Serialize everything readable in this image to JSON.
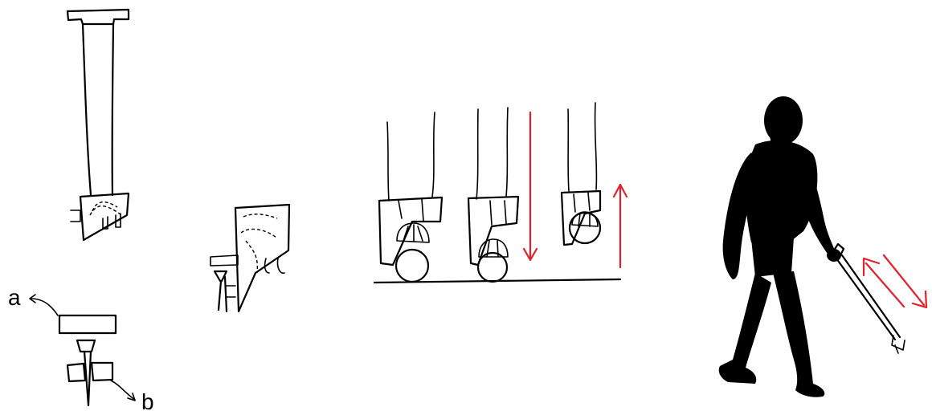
{
  "labels": {
    "a": "a",
    "b": "b"
  },
  "colors": {
    "ink": "#000000",
    "accent": "#e0202a",
    "background": "#ffffff"
  },
  "panels": [
    "assembled-tip-device",
    "tip-attachment-side-view",
    "wheel-tip-sequence",
    "person-walking-with-cane"
  ]
}
